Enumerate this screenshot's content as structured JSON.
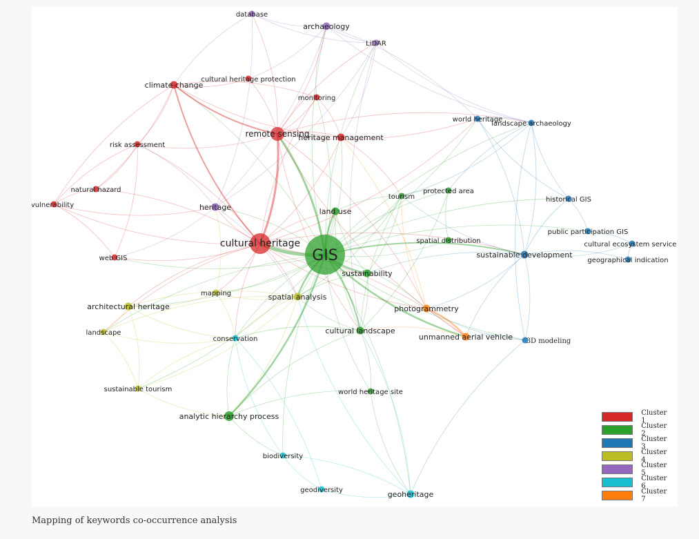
{
  "caption": "Mapping of keywords co-occurrence analysis",
  "clusters": [
    {
      "id": 1,
      "label": "Cluster 1",
      "color": "#d62728"
    },
    {
      "id": 2,
      "label": "Cluster 2",
      "color": "#2ca02c"
    },
    {
      "id": 3,
      "label": "Cluster 3",
      "color": "#1f77b4"
    },
    {
      "id": 4,
      "label": "Cluster 4",
      "color": "#bcbd22"
    },
    {
      "id": 5,
      "label": "Cluster 5",
      "color": "#9467bd"
    },
    {
      "id": 6,
      "label": "Cluster 6",
      "color": "#17becf"
    },
    {
      "id": 7,
      "label": "Cluster 7",
      "color": "#ff7f0e"
    }
  ],
  "keywords": [
    {
      "label": "GIS",
      "cluster": 2,
      "weight": 10
    },
    {
      "label": "cultural heritage",
      "cluster": 1,
      "weight": 6
    },
    {
      "label": "remote sensing",
      "cluster": 1,
      "weight": 4
    },
    {
      "label": "climate change",
      "cluster": 1,
      "weight": 2
    },
    {
      "label": "cultural heritage protection",
      "cluster": 1,
      "weight": 1
    },
    {
      "label": "monitoring",
      "cluster": 1,
      "weight": 1
    },
    {
      "label": "heritage management",
      "cluster": 1,
      "weight": 2
    },
    {
      "label": "risk assessment",
      "cluster": 1,
      "weight": 1
    },
    {
      "label": "natural hazard",
      "cluster": 1,
      "weight": 1
    },
    {
      "label": "vulnerability",
      "cluster": 1,
      "weight": 1
    },
    {
      "label": "web GIS",
      "cluster": 1,
      "weight": 1
    },
    {
      "label": "land use",
      "cluster": 2,
      "weight": 2
    },
    {
      "label": "tourism",
      "cluster": 2,
      "weight": 1
    },
    {
      "label": "protected area",
      "cluster": 2,
      "weight": 1
    },
    {
      "label": "spatial distribution",
      "cluster": 2,
      "weight": 1
    },
    {
      "label": "sustainability",
      "cluster": 2,
      "weight": 2
    },
    {
      "label": "cultural landscape",
      "cluster": 2,
      "weight": 2
    },
    {
      "label": "world heritage site",
      "cluster": 2,
      "weight": 1
    },
    {
      "label": "analytic hierarchy process",
      "cluster": 2,
      "weight": 3
    },
    {
      "label": "world heritage",
      "cluster": 3,
      "weight": 1
    },
    {
      "label": "landscape archaeology",
      "cluster": 3,
      "weight": 1
    },
    {
      "label": "historical GIS",
      "cluster": 3,
      "weight": 1
    },
    {
      "label": "public participation GIS",
      "cluster": 3,
      "weight": 1
    },
    {
      "label": "cultural ecosystem services",
      "cluster": 3,
      "weight": 1
    },
    {
      "label": "sustainable development",
      "cluster": 3,
      "weight": 2
    },
    {
      "label": "geographical indication",
      "cluster": 3,
      "weight": 1
    },
    {
      "label": "3D modeling",
      "cluster": 3,
      "weight": 1
    },
    {
      "label": "architectural heritage",
      "cluster": 4,
      "weight": 2
    },
    {
      "label": "landscape",
      "cluster": 4,
      "weight": 1
    },
    {
      "label": "mapping",
      "cluster": 4,
      "weight": 1
    },
    {
      "label": "spatial analysis",
      "cluster": 4,
      "weight": 2
    },
    {
      "label": "sustainable tourism",
      "cluster": 4,
      "weight": 1
    },
    {
      "label": "database",
      "cluster": 5,
      "weight": 1
    },
    {
      "label": "archaeology",
      "cluster": 5,
      "weight": 2
    },
    {
      "label": "LiDAR",
      "cluster": 5,
      "weight": 1
    },
    {
      "label": "heritage",
      "cluster": 5,
      "weight": 2
    },
    {
      "label": "conservation",
      "cluster": 6,
      "weight": 1
    },
    {
      "label": "biodiversity",
      "cluster": 6,
      "weight": 1
    },
    {
      "label": "geodiversity",
      "cluster": 6,
      "weight": 1
    },
    {
      "label": "geoheritage",
      "cluster": 6,
      "weight": 2
    },
    {
      "label": "photogrammetry",
      "cluster": 7,
      "weight": 2
    },
    {
      "label": "unmanned aerial vehicle",
      "cluster": 7,
      "weight": 2
    }
  ]
}
